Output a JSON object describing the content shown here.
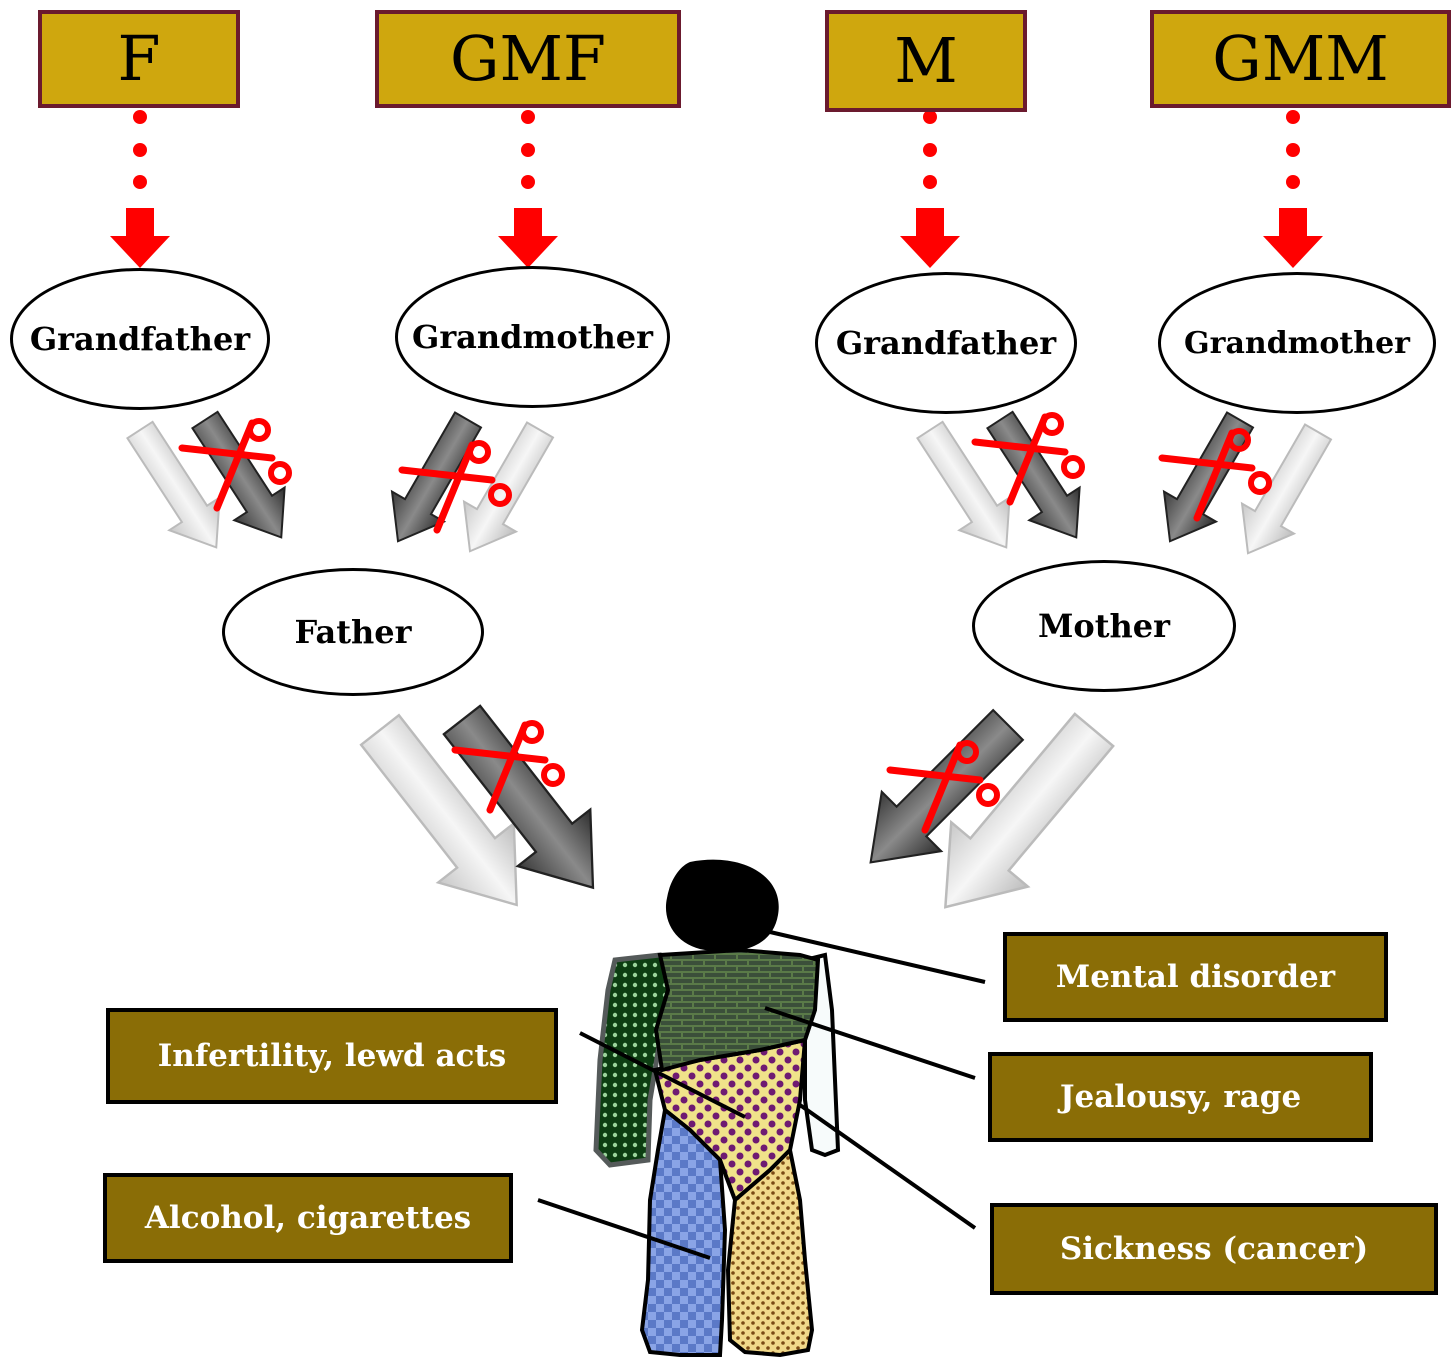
{
  "top_boxes": [
    "F",
    "GMF",
    "M",
    "GMM"
  ],
  "grandparents": {
    "paternal_grandfather": "Grandfather",
    "paternal_grandmother": "Grandmother",
    "maternal_grandfather": "Grandfather",
    "maternal_grandmother": "Grandmother"
  },
  "parents": {
    "father": "Father",
    "mother": "Mother"
  },
  "conditions": {
    "mental_disorder": "Mental disorder",
    "jealousy_rage": "Jealousy, rage",
    "infertility": "Infertility, lewd acts",
    "alcohol": "Alcohol, cigarettes",
    "sickness": "Sickness (cancer)"
  },
  "colors": {
    "top_box_fill": "#cfa70e",
    "top_box_border": "#6b1a2e",
    "label_fill": "#8a6d06",
    "dotted_arrow": "#ff0000",
    "scissors": "#ff0000"
  },
  "icons": [
    "red-dotted-arrow-icon",
    "scissors-icon",
    "light-arrow-icon",
    "dark-arrow-icon",
    "human-figure"
  ]
}
